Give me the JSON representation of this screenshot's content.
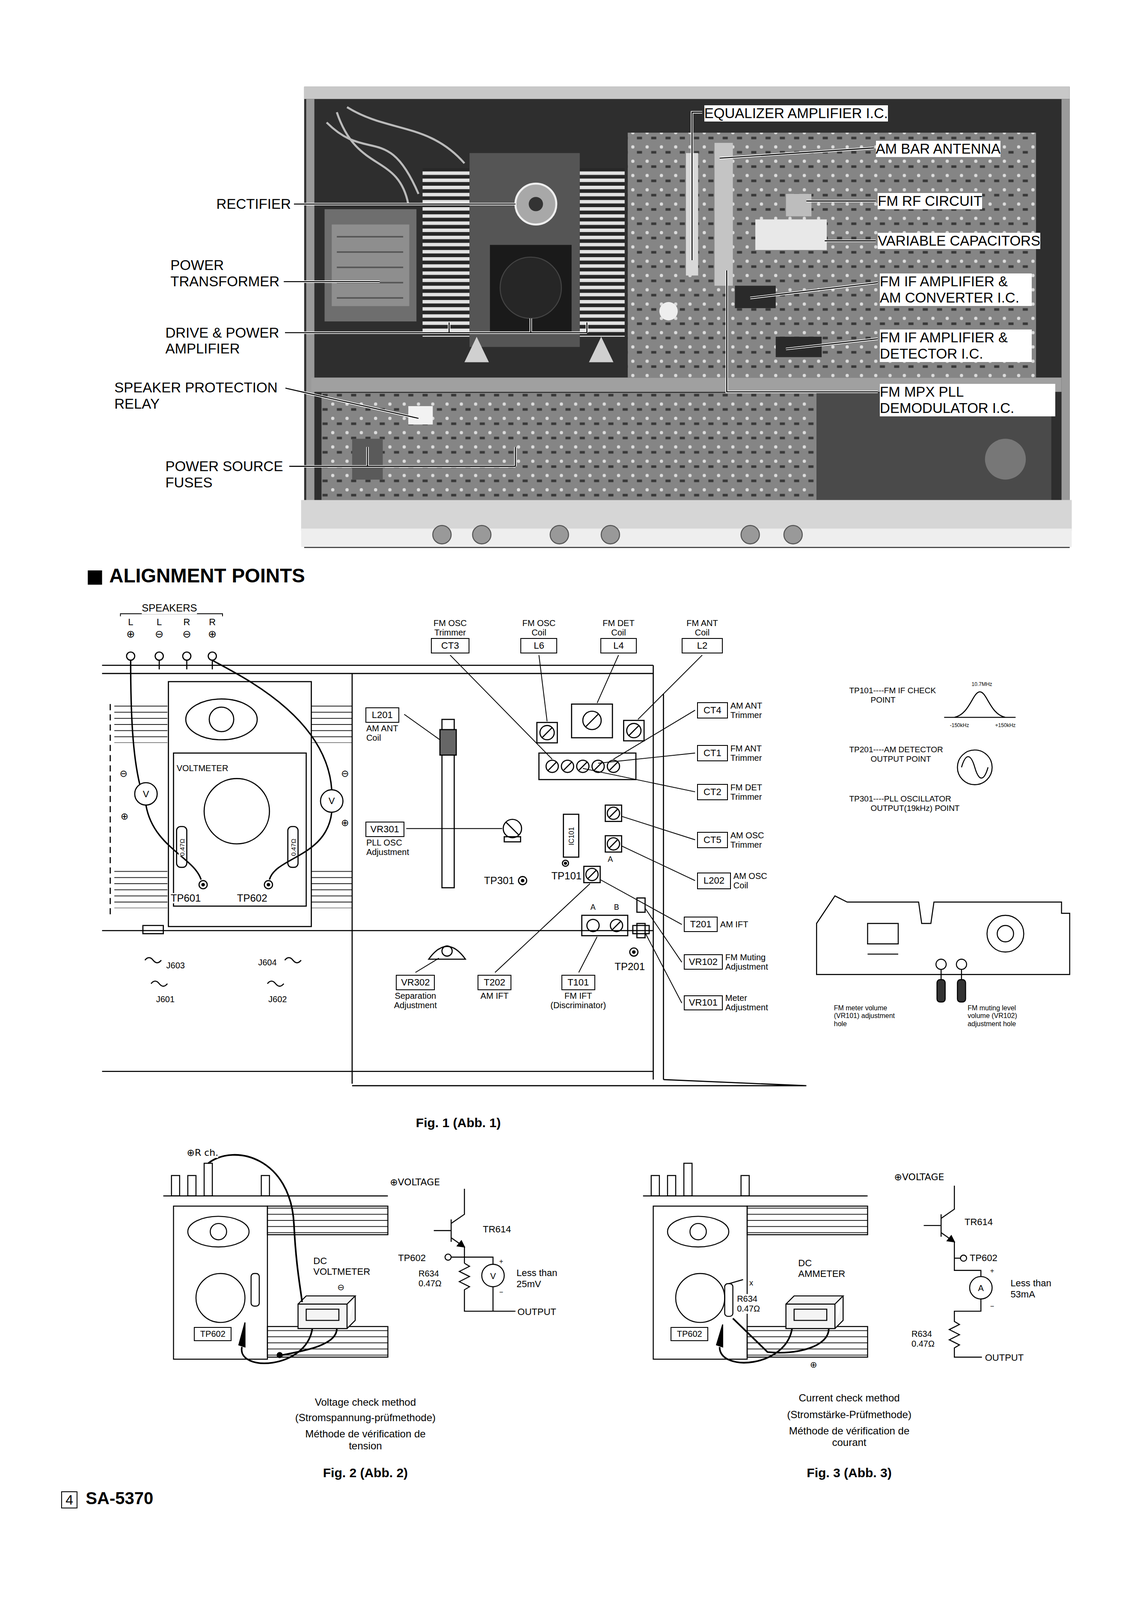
{
  "diagram": {
    "title": "ALIGNMENT POINTS",
    "nodes": [
      {
        "text": [
          "CT3",
          "FM OSC Trimmer"
        ]
      },
      {
        "text": [
          "L6",
          "FM OSC Coil"
        ]
      },
      {
        "text": [
          "L4",
          "FM DET Coil"
        ]
      },
      {
        "text": [
          "L2",
          "FM ANT Coil"
        ]
      },
      {
        "text": [
          "CT4",
          "AM ANT Trimmer"
        ]
      },
      {
        "text": [
          "CT1",
          "FM ANT Trimmer"
        ]
      },
      {
        "text": [
          "CT2",
          "FM DET Trimmer"
        ]
      },
      {
        "text": [
          "CT5",
          "AM OSC Trimmer"
        ]
      },
      {
        "text": [
          "L202",
          "AM OSC Coil"
        ]
      },
      {
        "text": [
          "T201",
          "AM IFT"
        ]
      },
      {
        "text": [
          "VR102",
          "FM Muting Adjustment"
        ]
      },
      {
        "text": [
          "VR101",
          "Meter Adjustment"
        ]
      },
      {
        "text": [
          "L201",
          "AM ANT Coil"
        ]
      },
      {
        "text": [
          "VR301",
          "PLL OSC Adjustment"
        ]
      },
      {
        "text": [
          "VR302",
          "Separation Adjustment"
        ]
      },
      {
        "text": [
          "T202",
          "AM IFT"
        ]
      },
      {
        "text": [
          "T101",
          "FM IFT (Discriminator)"
        ]
      },
      {
        "text": [
          "TP602"
        ]
      },
      {
        "text": [
          "TP602"
        ]
      },
      {
        "text": [
          "4"
        ]
      }
    ],
    "labels": [
      "EQUALIZER AMPLIFIER I.C.",
      "AM BAR ANTENNA",
      "FM RF CIRCUIT",
      "VARIABLE CAPACITORS",
      "FM IF AMPLIFIER & AM CONVERTER I.C.",
      "FM IF AMPLIFIER & DETECTOR I.C.",
      "FM MPX PLL DEMODULATOR I.C.",
      "RECTIFIER",
      "POWER TRANSFORMER",
      "DRIVE & POWER AMPLIFIER",
      "SPEAKER PROTECTION RELAY",
      "POWER SOURCE FUSES",
      "SPEAKERS",
      "L",
      "L",
      "R",
      "R",
      "⊕",
      "⊖",
      "⊖",
      "⊕",
      "VOLTMETER",
      "V",
      "V",
      "⊖",
      "⊕",
      "⊖",
      "⊕",
      "0.47Ω",
      "0.47Ω",
      "TP601",
      "TP602",
      "TP301",
      "IC101",
      "TP101",
      "A",
      "A",
      "B",
      "TP201",
      "J603",
      "J604",
      "J601",
      "J602",
      "TP101----FM IF CHECK POINT",
      "10.7MHz",
      "-150kHz",
      "+150kHz",
      "TP201----AM DETECTOR OUTPUT POINT",
      "TP301----PLL OSCILLATOR OUTPUT(19kHz) POINT",
      "FM meter volume (VR101) adjustment hole",
      "FM muting level volume (VR102) adjustment hole",
      "Fig. 1 (Abb. 1)",
      "⊕R ch.",
      "DC VOLTMETER",
      "⊖",
      "⊕VOLTAGE",
      "TR614",
      "TP602",
      "R634 0.47Ω",
      "V",
      "+",
      "−",
      "Less than 25mV",
      "OUTPUT",
      "Voltage check method",
      "(Stromspannung-prüfmethode)",
      "Méthode de vérification de tension",
      "Fig. 2 (Abb. 2)",
      "⊕VOLTAGE",
      "TR614",
      "TP602",
      "A",
      "+",
      "−",
      "Less than 53mA",
      "R634 0.47Ω",
      "OUTPUT",
      "DC AMMETER",
      "x",
      "R634 0.47Ω",
      "⊕",
      "Current check method",
      "(Stromstärke-Prüfmethode)",
      "Méthode de vérification de courant",
      "Fig. 3 (Abb. 3)",
      "SA-5370"
    ]
  }
}
